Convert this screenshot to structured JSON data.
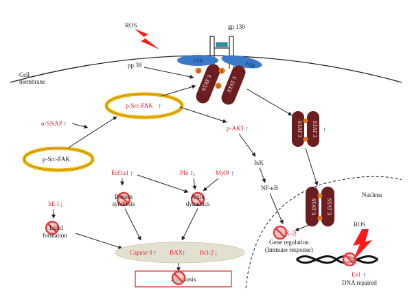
{
  "labels": {
    "ros_top": "ROS",
    "gp130": "gp 130",
    "jak_left": "JAK",
    "jak_right": "JAK",
    "p": "P",
    "cell_membrane_1": "Cell",
    "cell_membrane_2": "membrane",
    "pp38": "pp 38",
    "stat3": "STAT 3",
    "p_src_fak_active": "p-Src-FAK",
    "p_src_fak": "p-Src-FAK",
    "alpha_snap": "α-SNAP",
    "p_akt": "p-AKT",
    "ikk": "IκK",
    "nfkb": "NF-κB",
    "eef1a1": "Eef1a1",
    "pfn1": "Pfn 1",
    "myl9": "Myl9",
    "idi1": "Idi 1",
    "protein_synthesis_1": "Protein",
    "protein_synthesis_2": "synthesis",
    "actin_dynamics_1": "Actin",
    "actin_dynamics_2": "dynamics",
    "lipid_formation_1": "Lipid",
    "lipid_formation_2": "formation",
    "capase9": "Capase 9",
    "bax": "BAX",
    "bcl2": "Bcl-2",
    "apoptosis": "Apoptosis",
    "nucleus": "Nucleus",
    "cox2": "COX-2",
    "gene_regulation_1": "Gene regulation",
    "gene_regulation_2": "(Immune response)",
    "ros_nucleus": "ROS",
    "evl": "Evl",
    "dna_repaired": "DNA repaired",
    "up_arrow": "↑",
    "down_arrow": "↓"
  },
  "colors": {
    "stat3_body": "#6b1d1f",
    "phospho": "#e07a18",
    "jak": "#3a78c8",
    "ring": "#f0b400",
    "red_text": "#e0202a",
    "blue_arrow": "#2f7fd0",
    "ros_bolt": "#ff1a1a",
    "inhibit": "#e8383b",
    "inhibit_fill": "#f6b8b5",
    "ellipse_fill": "#e4e0cf"
  }
}
